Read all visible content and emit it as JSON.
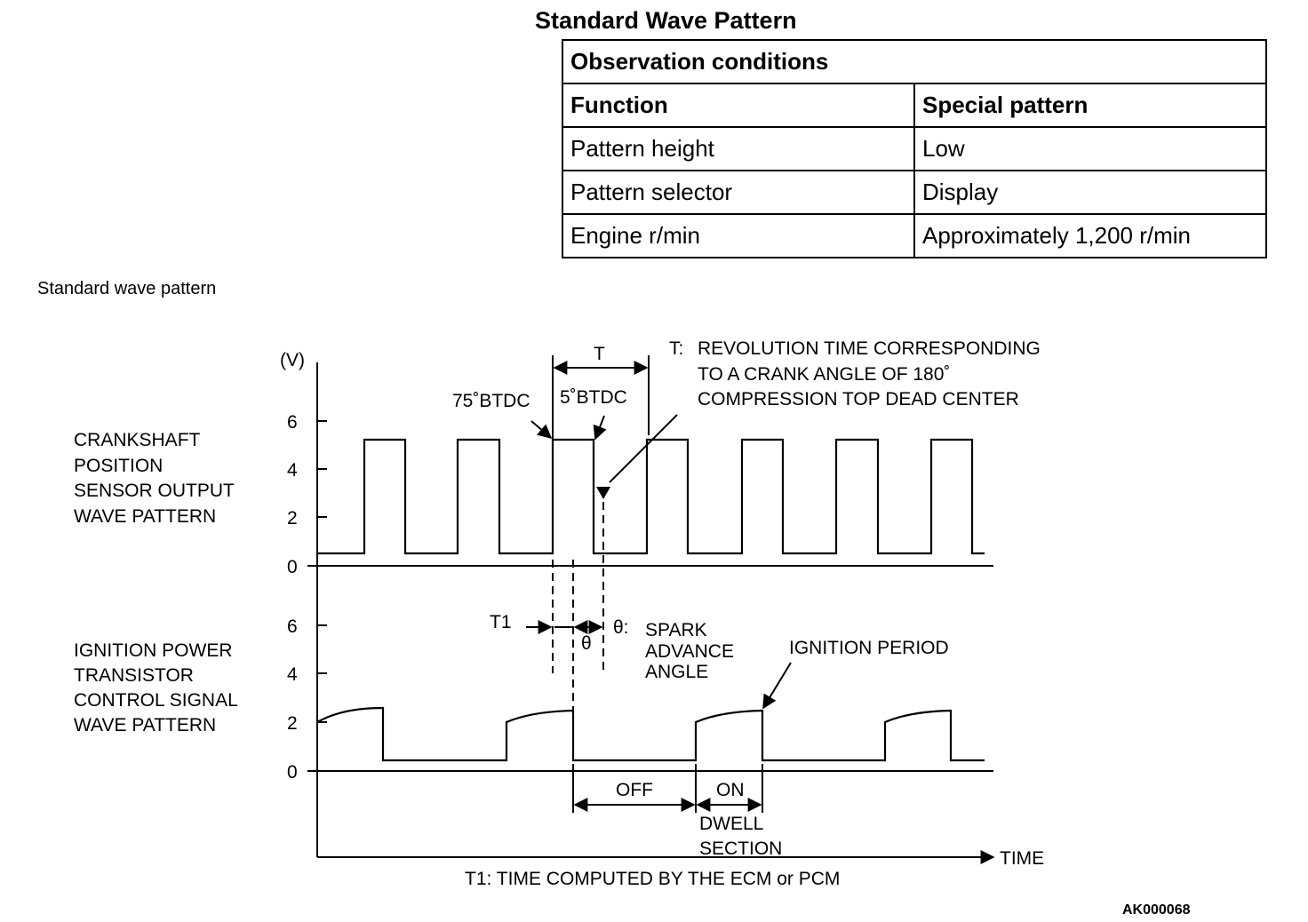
{
  "heading": "Standard Wave Pattern",
  "table": {
    "title": "Observation conditions",
    "headers": [
      "Function",
      "Special pattern"
    ],
    "rows": [
      [
        "Pattern height",
        "Low"
      ],
      [
        "Pattern selector",
        "Display"
      ],
      [
        "Engine r/min",
        "Approximately 1,200 r/min"
      ]
    ]
  },
  "diagram": {
    "subtitle": "Standard wave pattern",
    "y_unit": "(V)",
    "upper_ticks": [
      "6",
      "4",
      "2",
      "0"
    ],
    "lower_ticks": [
      "6",
      "4",
      "2",
      "0"
    ],
    "crank_label": [
      "CRANKSHAFT",
      "POSITION",
      "SENSOR OUTPUT",
      "WAVE PATTERN"
    ],
    "ign_label": [
      "IGNITION POWER",
      "TRANSISTOR",
      "CONTROL SIGNAL",
      "WAVE PATTERN"
    ],
    "t_label": "T",
    "btdc75": "75˚BTDC",
    "btdc5": "5˚BTDC",
    "t_note_prefix": "T:",
    "t_note": [
      "REVOLUTION TIME CORRESPONDING",
      "TO A CRANK ANGLE OF 180˚",
      "COMPRESSION TOP DEAD CENTER"
    ],
    "t1_label": "T1",
    "theta_label": "θ",
    "theta_note_prefix": "θ:",
    "theta_note": [
      "SPARK",
      "ADVANCE",
      "ANGLE"
    ],
    "ignition_period": "IGNITION PERIOD",
    "off_label": "OFF",
    "on_label": "ON",
    "dwell_label": [
      "DWELL",
      "SECTION"
    ],
    "time_label": "TIME",
    "footnote": "T1: TIME COMPUTED BY THE ECM or PCM",
    "code": "AK000068"
  }
}
